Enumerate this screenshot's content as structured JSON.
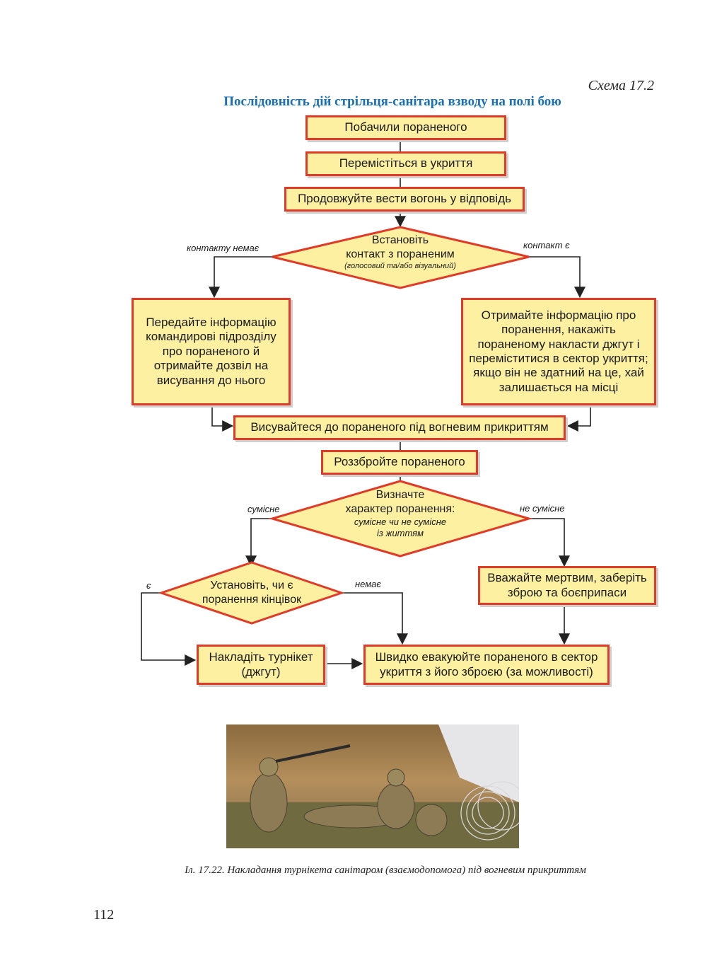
{
  "header": {
    "scheme_label": "Схема 17.2",
    "title": "Послідовність дій стрільця-санітара взводу на полі бою"
  },
  "flowchart": {
    "step1": "Побачили пораненого",
    "step2": "Перемістіться в укриття",
    "step3": "Продовжуйте вести вогонь у відповідь",
    "decision1": {
      "line1": "Встановіть",
      "line2": "контакт з пораненим",
      "line3": "(голосовий та/або візуальний)",
      "no": "контакту немає",
      "yes": "контакт є"
    },
    "left_box": "Передайте інформацію командирові підрозділу про пораненого й отримайте дозвіл на висування до нього",
    "right_box": "Отримайте інформацію про поранення, накажіть пораненому накласти джгут і переміститися в сектор укриття; якщо він не здатний на це, хай залишається на місці",
    "step4": "Висувайтеся до пораненого під вогневим прикриттям",
    "step5": "Роззбройте пораненого",
    "decision2": {
      "line1": "Визначте",
      "line2": "характер поранення:",
      "line3": "сумісне чи не сумісне",
      "line4": "із життям",
      "compatible": "сумісне",
      "incompatible": "не сумісне"
    },
    "dead_box": "Вважайте мертвим, заберіть зброю та боєприпаси",
    "decision3": {
      "line1": "Установіть, чи є",
      "line2": "поранення кінцівок",
      "yes": "є",
      "no": "немає"
    },
    "tourniquet_box": "Накладіть турнікет (джгут)",
    "evacuate_box": "Швидко евакуюйте пораненого в сектор укриття з його зброєю (за можливості)"
  },
  "figure": {
    "caption": "Іл. 17.22. Накладання турнікета санітаром (взаємодопомога) під вогневим прикриттям"
  },
  "page_number": "112",
  "colors": {
    "box_fill": "#fdf1a1",
    "box_border": "#e03a28",
    "title": "#1a6fb5"
  }
}
